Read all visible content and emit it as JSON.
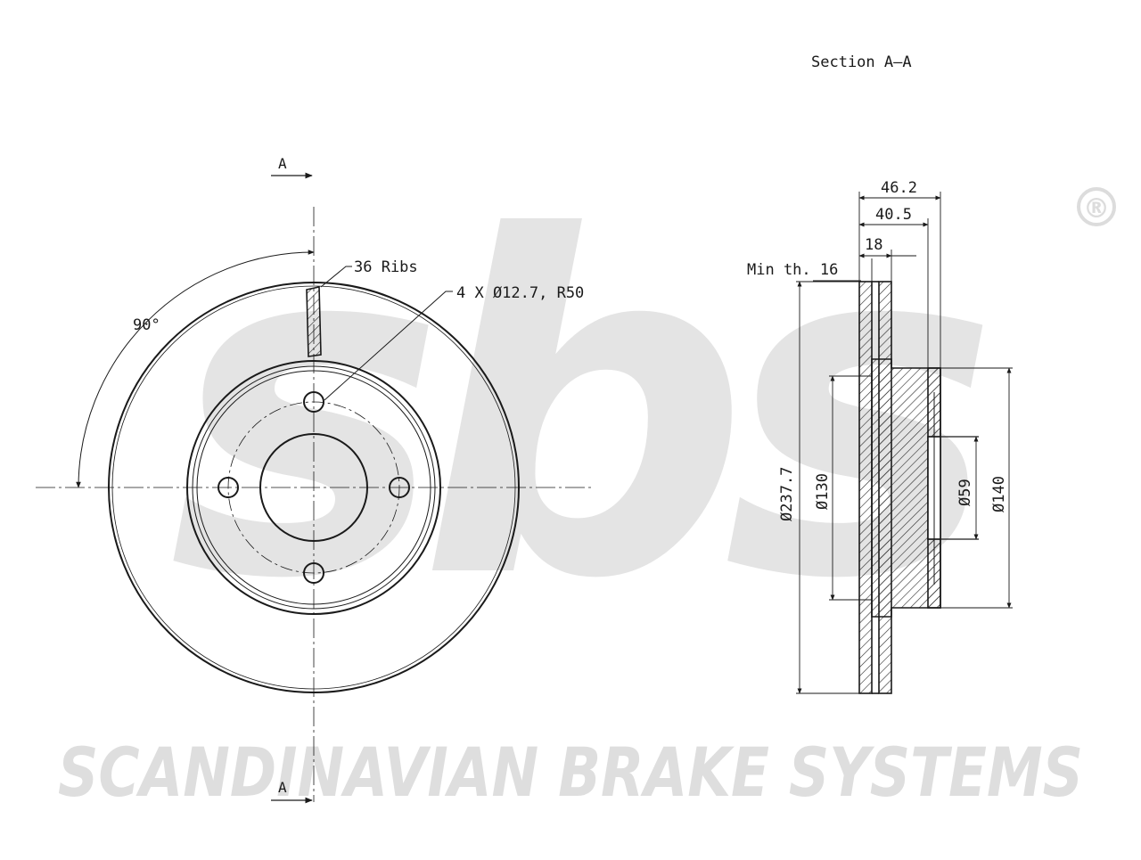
{
  "colors": {
    "watermark": "#e4e4e4",
    "line": "#1a1a1a",
    "hatch": "#2a2a2a",
    "background": "#ffffff"
  },
  "watermark": {
    "logo_text": "sbs",
    "registered_mark": "®",
    "company_text": "SCANDINAVIAN BRAKE SYSTEMS"
  },
  "front_view": {
    "section_mark_top": "A",
    "section_mark_bottom": "A",
    "angle_label": "90°",
    "ribs_label": "36 Ribs",
    "holes_label": "4 X Ø12.7, R50"
  },
  "section_view": {
    "title": "Section A–A",
    "dimensions": {
      "overall_height": "46.2",
      "hat_height": "40.5",
      "disc_thickness": "18",
      "min_thickness": "Min th. 16",
      "outer_diameter": "Ø237.7",
      "hat_diameter": "Ø130",
      "center_bore": "Ø59",
      "hub_diameter": "Ø140"
    }
  }
}
